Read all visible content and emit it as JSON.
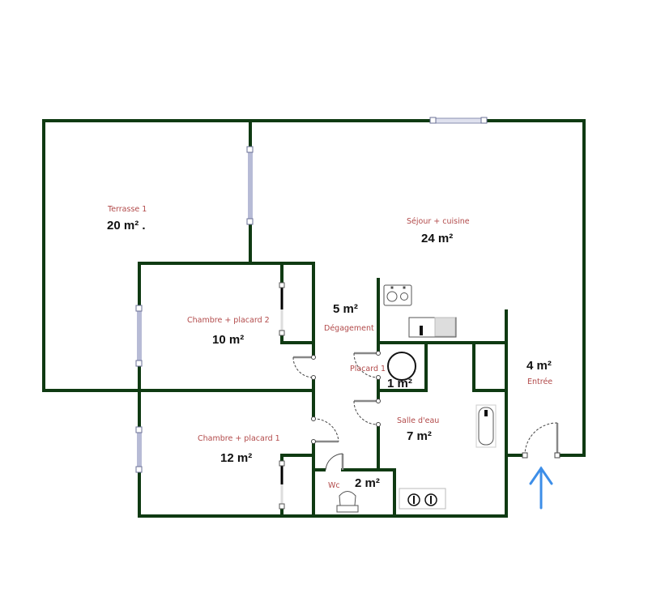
{
  "plan": {
    "wall_color": "#0f3a12",
    "window_color": "#b7bbd6",
    "arrow_color": "#3d8ee8",
    "rooms": [
      {
        "id": "terrasse",
        "name": "Terrasse 1",
        "area": "20 m² ."
      },
      {
        "id": "sejour",
        "name": "Séjour + cuisine",
        "area": "24 m²"
      },
      {
        "id": "chambre2",
        "name": "Chambre + placard 2",
        "area": "10 m²"
      },
      {
        "id": "degagement",
        "name": "Dégagement",
        "area": "5 m²"
      },
      {
        "id": "placard",
        "name": "Placard 1",
        "area": "1 m²"
      },
      {
        "id": "entree",
        "name": "Entrée",
        "area": "4 m²"
      },
      {
        "id": "chambre1",
        "name": "Chambre + placard 1",
        "area": "12 m²"
      },
      {
        "id": "salle_eau",
        "name": "Salle d'eau",
        "area": "7 m²"
      },
      {
        "id": "wc",
        "name": "Wc",
        "area": "2 m²"
      }
    ],
    "entrance_arrow": "up-arrow"
  }
}
